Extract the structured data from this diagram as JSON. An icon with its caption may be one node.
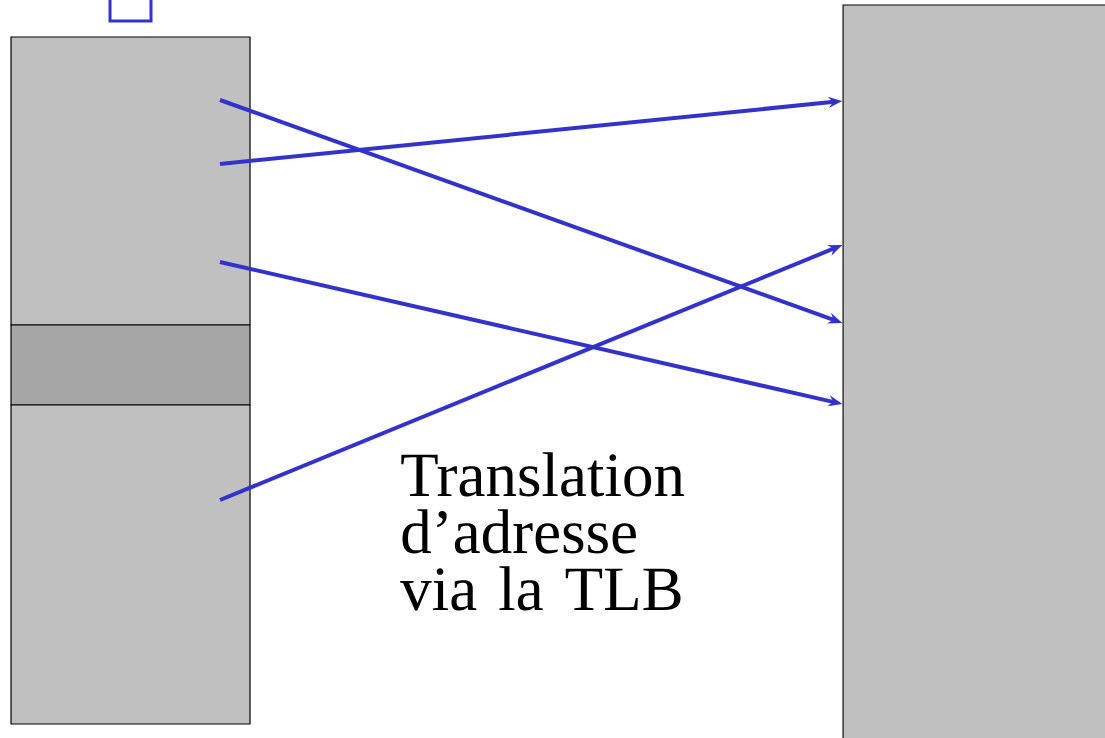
{
  "diagram": {
    "nodes": [
      {
        "text": [],
        "shape": "box"
      },
      {
        "text": [],
        "shape": "box"
      },
      {
        "text": [],
        "shape": "box"
      },
      {
        "text": [],
        "shape": "box"
      },
      {
        "text": [],
        "shape": "box"
      }
    ],
    "edges": [
      {
        "from": 1,
        "to": 4,
        "arrow": "to"
      },
      {
        "from": 1,
        "to": 4,
        "arrow": "to"
      },
      {
        "from": 1,
        "to": 4,
        "arrow": "to"
      },
      {
        "from": 3,
        "to": 4,
        "arrow": "to"
      }
    ],
    "labels": [
      "Translation d’adresse via la TLB"
    ]
  }
}
